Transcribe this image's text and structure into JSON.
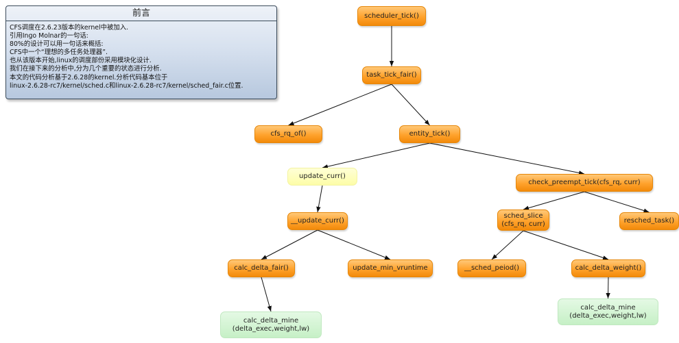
{
  "note": {
    "title": "前言",
    "lines": [
      "CFS调度在2.6.23版本的kernel中被加入.",
      "引用Ingo Molnar的一句话:",
      "80%的设计可以用一句话来概括:",
      "CFS中一个“理想的多任务处理器”.",
      "也从该版本开始,linux的调度部份采用模块化设计.",
      "我们在接下来的分析中,分为几个重要的状态进行分析.",
      "本文的代码分析基于2.6.28的kernel.分析代码基本位于",
      "linux-2.6.28-rc7/kernel/sched.c和linux-2.6.28-rc7/kernel/sched_fair.c位置."
    ]
  },
  "nodes": {
    "scheduler_tick": {
      "label": "scheduler_tick()",
      "style": "orange"
    },
    "task_tick_fair": {
      "label": "task_tick_fair()",
      "style": "orange"
    },
    "cfs_rq_of": {
      "label": "cfs_rq_of()",
      "style": "orange"
    },
    "entity_tick": {
      "label": "entity_tick()",
      "style": "orange"
    },
    "update_curr": {
      "label": "update_curr()",
      "style": "yellow"
    },
    "check_preempt_tick": {
      "label": "check_preempt_tick(cfs_rq, curr)",
      "style": "orange"
    },
    "__update_curr": {
      "label": "__update_curr()",
      "style": "orange"
    },
    "sched_slice": {
      "label": [
        "sched_slice",
        "(cfs_rq, curr)"
      ],
      "style": "orange"
    },
    "resched_task": {
      "label": "resched_task()",
      "style": "orange"
    },
    "calc_delta_fair": {
      "label": "calc_delta_fair()",
      "style": "orange"
    },
    "update_min_vruntime": {
      "label": "update_min_vruntime",
      "style": "orange"
    },
    "__sched_peiod": {
      "label": "__sched_peiod()",
      "style": "orange"
    },
    "calc_delta_weight": {
      "label": "calc_delta_weight()",
      "style": "orange"
    },
    "calc_delta_mine_left": {
      "label": [
        "calc_delta_mine",
        "(delta_exec,weight,lw)"
      ],
      "style": "green"
    },
    "calc_delta_mine_right": {
      "label": [
        "calc_delta_mine",
        "(delta_exec,weight,lw)"
      ],
      "style": "green"
    }
  },
  "edges": [
    [
      "scheduler_tick",
      "task_tick_fair"
    ],
    [
      "task_tick_fair",
      "cfs_rq_of"
    ],
    [
      "task_tick_fair",
      "entity_tick"
    ],
    [
      "entity_tick",
      "update_curr"
    ],
    [
      "entity_tick",
      "check_preempt_tick"
    ],
    [
      "update_curr",
      "__update_curr"
    ],
    [
      "__update_curr",
      "calc_delta_fair"
    ],
    [
      "__update_curr",
      "update_min_vruntime"
    ],
    [
      "calc_delta_fair",
      "calc_delta_mine_left"
    ],
    [
      "check_preempt_tick",
      "sched_slice"
    ],
    [
      "check_preempt_tick",
      "resched_task"
    ],
    [
      "sched_slice",
      "__sched_peiod"
    ],
    [
      "sched_slice",
      "calc_delta_weight"
    ],
    [
      "calc_delta_weight",
      "calc_delta_mine_right"
    ]
  ]
}
